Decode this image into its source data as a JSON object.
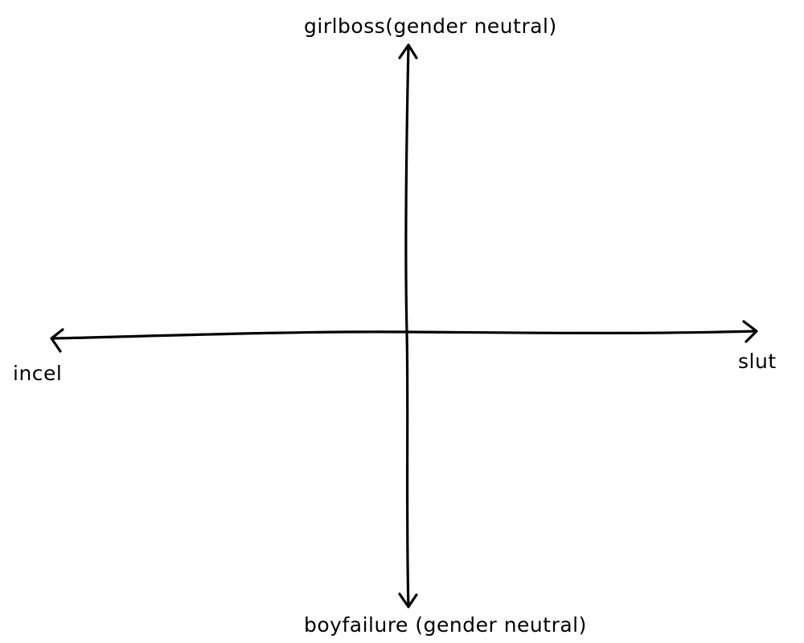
{
  "labels": {
    "top": "girlboss(gender neutral)",
    "bottom": "boyfailure (gender neutral)",
    "left": "incel",
    "right": "slut"
  },
  "colors": {
    "ink": "#000000",
    "background": "#ffffff"
  }
}
